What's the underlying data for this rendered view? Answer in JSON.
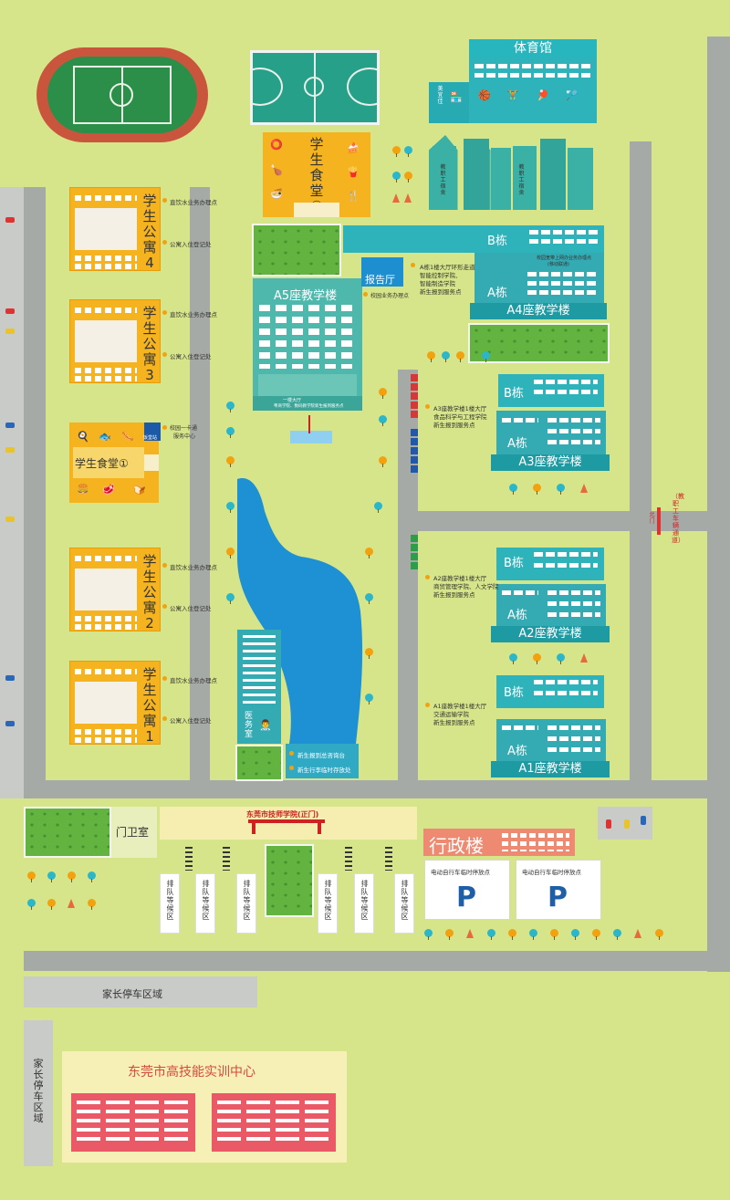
{
  "gym": {
    "title": "体育馆",
    "shop": "美宜佳"
  },
  "staff_housing": {
    "left": "教职工宿舍",
    "right": "教职工宿舍"
  },
  "canteen2": {
    "name": "学生食堂",
    "num": "②"
  },
  "canteen1": {
    "name": "学生食堂",
    "num": "①",
    "kiosk": "饭堂站",
    "card_center": "校园一卡通",
    "card_center2": "服务中心"
  },
  "dorms": [
    {
      "name": "学生公寓",
      "num": "4",
      "water": "直饮水业务办理点",
      "checkin": "公寓入住登记处"
    },
    {
      "name": "学生公寓",
      "num": "3",
      "water": "直饮水业务办理点",
      "checkin": "公寓入住登记处"
    },
    {
      "name": "学生公寓",
      "num": "2",
      "water": "直饮水业务办理点",
      "checkin": "公寓入住登记处"
    },
    {
      "name": "学生公寓",
      "num": "1",
      "water": "直饮水业务办理点",
      "checkin": "公寓入住登记处"
    }
  ],
  "a5": {
    "name": "A5座教学楼",
    "report": "报告厅",
    "bank": "校园业务办理点",
    "lobby": "一楼大厅",
    "lobby2": "粤商学院、数码教学院新生报到服务点"
  },
  "a4": {
    "b": "B栋",
    "a": "A栋",
    "name": "A4座教学楼",
    "note1": "A栋1楼大厅环形走道",
    "note2": "智能控制学院、",
    "note3": "智能制造学院",
    "note4": "新生报到服务点",
    "shop": "校园宽带上网办业务办理点",
    "shop2": "(移动联通)"
  },
  "a3": {
    "b": "B栋",
    "a": "A栋",
    "name": "A3座教学楼",
    "note1": "A3座教学楼1楼大厅",
    "note2": "食品科学与工程学院",
    "note3": "新生报到服务点"
  },
  "a2": {
    "b": "B栋",
    "a": "A栋",
    "name": "A2座教学楼",
    "note1": "A2座教学楼1楼大厅",
    "note2": "商贸管理学院、人文学院",
    "note3": "新生报到服务点"
  },
  "a1": {
    "b": "B栋",
    "a": "A栋",
    "name": "A1座教学楼",
    "note1": "A1座教学楼1楼大厅",
    "note2": "交通运输学院",
    "note3": "新生报到服务点"
  },
  "clinic": "医务室",
  "info_desk": "新生报到总咨询台",
  "luggage": "新生行李临时存放处",
  "staff_gate": "（教职工车辆通道）",
  "staff_gate2": "北门",
  "guard": "门卫室",
  "main_gate": "东莞市技师学院(正门)",
  "admin": "行政楼",
  "ebike1": "电动自行车临时停放点",
  "ebike2": "电动自行车临时停放点",
  "parking_p": "P",
  "queue_label": "排队等候区",
  "parent_parking_h": "家长停车区域",
  "parent_parking_v": "家长停车区域",
  "training": "东莞市高技能实训中心"
}
